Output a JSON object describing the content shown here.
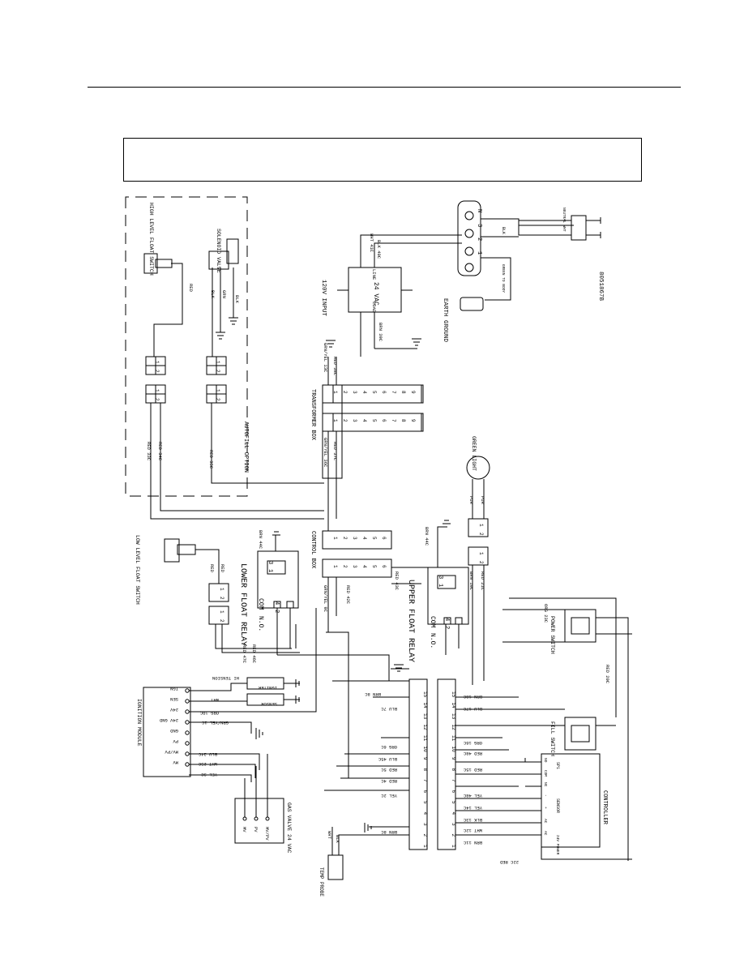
{
  "drawing_number": "8051867B",
  "colors": {
    "line": "#000000",
    "background": "#ffffff"
  },
  "autofill": {
    "title": "AUTOFILL OPTION",
    "high_level_float_switch": "HIGH LEVEL FLOAT SWITCH",
    "solenoid_valve": "SOLENOID VALVE",
    "wires": [
      "RED",
      "RED",
      "BLK",
      "GRN",
      "BLK",
      "RED 33C",
      "RED 34C",
      "RED 35C"
    ]
  },
  "power": {
    "input_label": "120V INPUT",
    "transformer_primary": "LINE",
    "transformer_secondary": "LOAD",
    "transformer_rating": "24 VAC",
    "earth_ground": "EARTH GROUND",
    "cord": {
      "neutral": "NEUTRAL WHT",
      "hot": "BLK",
      "ground": "GREEN TO BODY"
    },
    "terminal_numbers": [
      "1",
      "2",
      "3",
      "N"
    ],
    "wires": [
      "WHT 41C",
      "BLK 40C",
      "BRN 39C",
      "GRN/YEL 13C",
      "RED 38C"
    ]
  },
  "boxes": {
    "transformer_box": "TRANSFORMER BOX",
    "control_box": "CONTROL BOX",
    "terminals_9": [
      "1",
      "2",
      "3",
      "4",
      "5",
      "6",
      "7",
      "8",
      "9"
    ],
    "terminals_6": [
      "1",
      "2",
      "3",
      "4",
      "5",
      "6"
    ],
    "terminals_15": [
      "1",
      "2",
      "3",
      "4",
      "5",
      "6",
      "7",
      "8",
      "9",
      "10",
      "11",
      "12",
      "13",
      "14",
      "15"
    ],
    "terminals_2": [
      "1",
      "2"
    ],
    "box_wires": [
      "GRN/YEL 36C",
      "RED 37C",
      "GRN/YEL 9C",
      "RED 42C",
      "RED 43C",
      "BRN 44C",
      "BRN 44C"
    ]
  },
  "relays": {
    "low_level_float_switch": "LOW LEVEL FLOAT SWITCH",
    "lower_float_relay": "LOWER FLOAT RELAY",
    "upper_float_relay": "UPPER FLOAT RELAY",
    "com": "COM",
    "no": "N.O.",
    "pins_lower": [
      "3",
      "1",
      "4",
      "2"
    ],
    "pins_upper": [
      "3",
      "1",
      "4",
      "2"
    ],
    "wires": [
      "RED",
      "RED",
      "RED 47C",
      "RED 46C"
    ]
  },
  "indicators": {
    "green_light": "GREEN LIGHT",
    "wires": [
      "PUR",
      "PUR",
      "BRN 19C",
      "RED 21C"
    ]
  },
  "switches": {
    "power_switch": "POWER SWITCH",
    "fill_switch": "FILL SWITCH",
    "wires": [
      "ORG 23C",
      "RED 20C"
    ]
  },
  "ignition": {
    "title": "IGNITION MODULE",
    "terminals": [
      "IGN",
      "SEN",
      "24V",
      "24V GND",
      "GND",
      "PV",
      "MV/PV",
      "MV"
    ],
    "igniter": "IGNITER",
    "hi_tension": "HI TENSION",
    "sensor": "SENSOR",
    "wires": [
      "WHT",
      "ORG 10C",
      "GRN/YEL 1C",
      "BLU 24C",
      "WHT 25C",
      "YEL 3C"
    ]
  },
  "gas_valve": {
    "label": "GAS VALVE 24 VAC",
    "terminals": [
      "MV",
      "PV",
      "MV/PV"
    ]
  },
  "temp_probe": {
    "label": "TEMP PROBE",
    "wires": [
      "WHT",
      "BLK"
    ]
  },
  "strip_wires": [
    "BRN 8C",
    "BLU 7C",
    "ORG 6C",
    "BLU 45C",
    "RED 5C",
    "RED 4C",
    "YEL 2C",
    "BRN 8C"
  ],
  "controller": {
    "title": "CONTROLLER",
    "sp1": "SP1",
    "sensor": "SENSOR",
    "power": "24V POWER",
    "terminals": [
      "NO",
      "COM",
      "NC",
      "-",
      "+",
      "AC",
      "AC"
    ],
    "terminal_numbers": [
      "7",
      "8",
      "9",
      "5",
      "6",
      "3",
      "4"
    ],
    "wires": [
      "BRN 18C",
      "BLU 17C",
      "ORG 16C",
      "RED 48C",
      "RED 15C",
      "YEL 48C",
      "YEL 14C",
      "BLK 13C",
      "WHT 12C",
      "BRN 11C",
      "22C RED"
    ]
  }
}
